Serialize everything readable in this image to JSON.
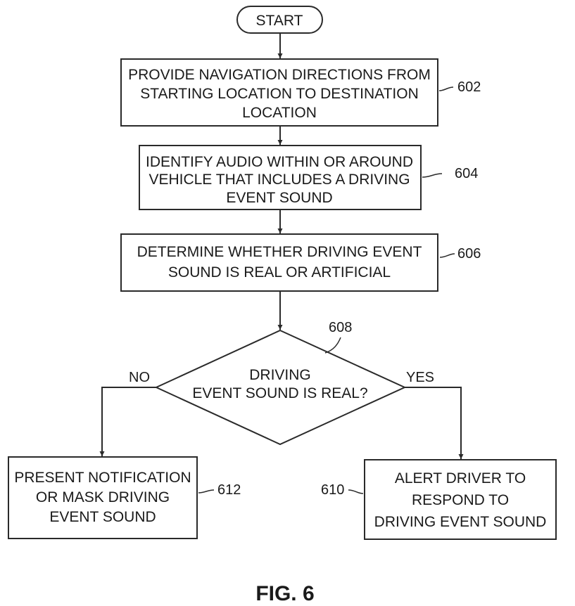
{
  "start": {
    "label": "START"
  },
  "steps": [
    {
      "ref": "602",
      "lines": [
        "PROVIDE NAVIGATION DIRECTIONS FROM",
        "STARTING LOCATION TO DESTINATION",
        "LOCATION"
      ]
    },
    {
      "ref": "604",
      "lines": [
        "IDENTIFY AUDIO WITHIN OR AROUND",
        "VEHICLE THAT INCLUDES A DRIVING",
        "EVENT SOUND"
      ]
    },
    {
      "ref": "606",
      "lines": [
        "DETERMINE WHETHER DRIVING EVENT",
        "SOUND IS REAL OR ARTIFICIAL"
      ]
    }
  ],
  "decision": {
    "ref": "608",
    "lines": [
      "DRIVING",
      "EVENT SOUND IS REAL?"
    ],
    "no_label": "NO",
    "yes_label": "YES"
  },
  "outcomes": {
    "no": {
      "ref": "612",
      "lines": [
        "PRESENT NOTIFICATION",
        "OR MASK DRIVING",
        "EVENT SOUND"
      ]
    },
    "yes": {
      "ref": "610",
      "lines": [
        "ALERT DRIVER TO",
        "RESPOND TO",
        "DRIVING EVENT SOUND"
      ]
    }
  },
  "figure_label": "FIG. 6"
}
